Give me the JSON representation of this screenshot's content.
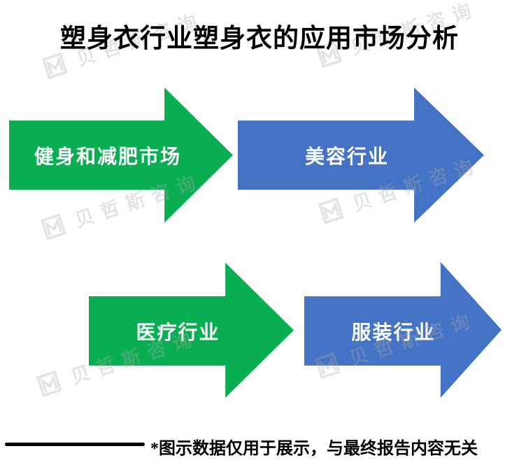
{
  "title": "塑身衣行业塑身衣的应用市场分析",
  "diagram": {
    "arrows": [
      {
        "label": "健身和减肥市场",
        "color": "#0aae52"
      },
      {
        "label": "美容行业",
        "color": "#4472c4"
      },
      {
        "label": "医疗行业",
        "color": "#0aae52"
      },
      {
        "label": "服装行业",
        "color": "#4472c4"
      }
    ]
  },
  "footnote": "*图示数据仅用于展示，与最终报告内容无关",
  "watermark": {
    "text": "贝哲斯咨询"
  },
  "colors": {
    "arrow_green": "#0aae52",
    "arrow_blue": "#4472c4",
    "arrow_label_text": "#ffffff",
    "title_text": "#000000",
    "footnote_text": "#000000",
    "watermark_gray": "#ebebeb",
    "background": "#ffffff"
  }
}
